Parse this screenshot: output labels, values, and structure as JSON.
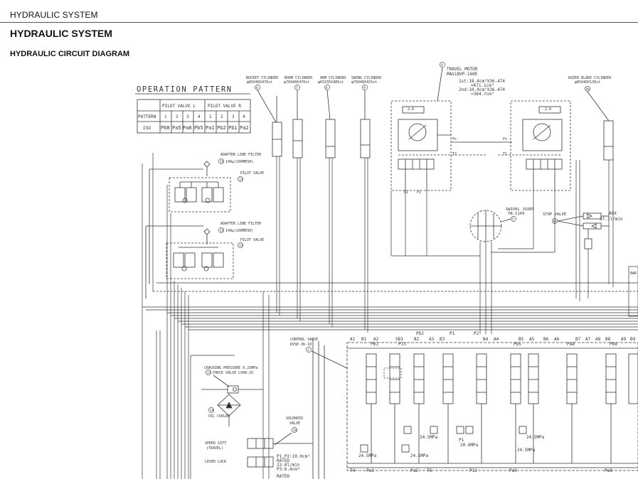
{
  "header": {
    "section": "HYDRAULIC SYSTEM"
  },
  "page": {
    "title": "HYDRAULIC SYSTEM",
    "subtitle": "HYDRAULIC CIRCUIT DIAGRAM"
  },
  "operation_pattern": {
    "title": "OPERATION PATTERN",
    "group_left": "PILOT VALVE L",
    "group_right": "PILOT VALVE R",
    "row_header": "PATTERN",
    "ports": [
      "1",
      "2",
      "3",
      "4",
      "1",
      "2",
      "3",
      "4"
    ],
    "row_label": "ISO",
    "row_values": [
      "Pb8",
      "Pa5",
      "Pa8",
      "Pb5",
      "Pa1",
      "Pb2",
      "Pb1",
      "Pa2"
    ]
  },
  "cylinders": {
    "bucket": {
      "num": "8",
      "name": "BUCKET CYLINDER",
      "spec": "φ85X40X470st"
    },
    "boom": {
      "num": "7",
      "name": "BOOM CYLINDER",
      "spec": "φ70X40X470st"
    },
    "arm": {
      "num": "6",
      "name": "ARM CYLINDER",
      "spec": "φ65X35X485st"
    },
    "swing": {
      "num": "9",
      "name": "SWING CYLINDER",
      "spec": "φ70X40X415st"
    },
    "dozer": {
      "num": "10",
      "name": "DOZER BLADE CYLINDER",
      "spec": "φ85X40X130st"
    }
  },
  "travel_motor": {
    "num": "4",
    "name": "TRAVEL MOTOR",
    "model": "MAG18VP-160E",
    "line1": "1st:18.4cm³X36.474",
    "line2": "=671.1cm³",
    "line3": "2nd:10.0cm³X36.474",
    "line4": "=364.7cm³"
  },
  "swivel_joint": {
    "num": "5",
    "name": "SWIVEL JOINT",
    "model": "YN-1104"
  },
  "stop_valve": {
    "num": "18",
    "name": "STOP VALVE"
  },
  "aux": {
    "label": "AUX",
    "flow": "37.1l/min"
  },
  "filters": [
    {
      "num": "15",
      "name": "ADAPTER LINE FILTER",
      "spec": "149μ(100MESH)"
    },
    {
      "num": "15",
      "name": "ADAPTER LINE FILTER",
      "spec": "149μ(100MESH)"
    }
  ],
  "pilot_valves": [
    {
      "num": "11",
      "name": "PILOT VALVE"
    },
    {
      "num": "11",
      "name": "PILOT VALVE"
    }
  ],
  "control_valve": {
    "num": "1",
    "name": "CONTROL VALVE",
    "model": "KVSE-36-10"
  },
  "check_valve": {
    "num": "21",
    "pressure": "CRACKING PRESSURE 0.25MPa",
    "name": "CHECK VALVE LV08-25"
  },
  "oil_cooler": {
    "num": "19",
    "name": "OIL COOLER"
  },
  "solenoid_valve": {
    "num": "26",
    "line1": "SOLENOID",
    "line2": "VALVE"
  },
  "speed_shift": {
    "line1": "SPEED SIFT",
    "line2": "(TRAVEL)"
  },
  "lever_lock": "LEVER LOCK",
  "pump_rating": {
    "l1": "P1,P2:10.0cm³",
    "l2": "RATED",
    "l3": "23.0l/min",
    "l4": "P3:6.4cm³",
    "l5": "RATED"
  },
  "ports_top": [
    "A1",
    "B1",
    "A2",
    "SB1",
    "Pb2",
    "B2",
    "A3",
    "B3",
    "P1",
    "P2",
    "B4",
    "A4",
    "B5",
    "A5",
    "B6",
    "A6",
    "B7",
    "A7",
    "A8",
    "B8",
    "A9",
    "B9"
  ],
  "ports_inner": [
    "Pb1",
    "P13",
    "Pb5",
    "Pa8",
    "Pb8"
  ],
  "ports_bottom": [
    "T4",
    "Pa1",
    "Pa2",
    "T6",
    "P11",
    "Pa5",
    "Pa8"
  ],
  "relief_labels": [
    "24.5MPa",
    "24.5MPa",
    "24.5MPa",
    "20.6MPa",
    "24.5MPa",
    "24.5MPa"
  ],
  "relief_p1": "P1",
  "tm_ports": [
    "P2",
    "P1",
    "T2",
    "T1",
    "Ps",
    "Ps"
  ],
  "tm_small": [
    "2.0",
    "2.0"
  ],
  "bar_label": "BAR"
}
